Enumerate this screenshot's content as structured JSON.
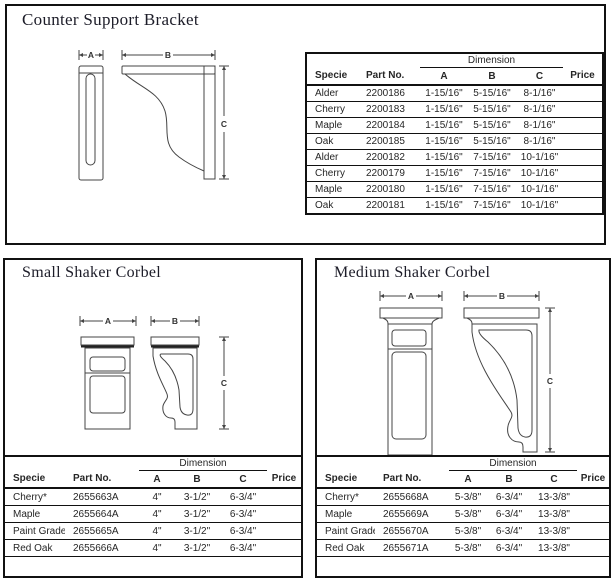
{
  "colors": {
    "panel_border": "#111111",
    "line": "#444444",
    "text": "#262626",
    "title": "#1c1c28"
  },
  "bracket_panel": {
    "title": "Counter Support Bracket",
    "dims": {
      "a": "A",
      "b": "B",
      "c": "C"
    },
    "table": {
      "dimension_label": "Dimension",
      "columns": [
        "Specie",
        "Part No.",
        "A",
        "B",
        "C",
        "Price"
      ],
      "rows": [
        [
          "Alder",
          "2200186",
          "1-15/16\"",
          "5-15/16\"",
          "8-1/16\""
        ],
        [
          "Cherry",
          "2200183",
          "1-15/16\"",
          "5-15/16\"",
          "8-1/16\""
        ],
        [
          "Maple",
          "2200184",
          "1-15/16\"",
          "5-15/16\"",
          "8-1/16\""
        ],
        [
          "Oak",
          "2200185",
          "1-15/16\"",
          "5-15/16\"",
          "8-1/16\""
        ],
        [
          "Alder",
          "2200182",
          "1-15/16\"",
          "7-15/16\"",
          "10-1/16\""
        ],
        [
          "Cherry",
          "2200179",
          "1-15/16\"",
          "7-15/16\"",
          "10-1/16\""
        ],
        [
          "Maple",
          "2200180",
          "1-15/16\"",
          "7-15/16\"",
          "10-1/16\""
        ],
        [
          "Oak",
          "2200181",
          "1-15/16\"",
          "7-15/16\"",
          "10-1/16\""
        ]
      ]
    }
  },
  "small_panel": {
    "title": "Small Shaker Corbel",
    "dims": {
      "a": "A",
      "b": "B",
      "c": "C"
    },
    "table": {
      "dimension_label": "Dimension",
      "columns": [
        "Specie",
        "Part No.",
        "A",
        "B",
        "C",
        "Price"
      ],
      "rows": [
        [
          "Cherry*",
          "2655663A",
          "4\"",
          "3-1/2\"",
          "6-3/4\""
        ],
        [
          "Maple",
          "2655664A",
          "4\"",
          "3-1/2\"",
          "6-3/4\""
        ],
        [
          "Paint Grade",
          "2655665A",
          "4\"",
          "3-1/2\"",
          "6-3/4\""
        ],
        [
          "Red Oak",
          "2655666A",
          "4\"",
          "3-1/2\"",
          "6-3/4\""
        ]
      ]
    }
  },
  "medium_panel": {
    "title": "Medium Shaker Corbel",
    "dims": {
      "a": "A",
      "b": "B",
      "c": "C"
    },
    "table": {
      "dimension_label": "Dimension",
      "columns": [
        "Specie",
        "Part No.",
        "A",
        "B",
        "C",
        "Price"
      ],
      "rows": [
        [
          "Cherry*",
          "2655668A",
          "5-3/8\"",
          "6-3/4\"",
          "13-3/8\""
        ],
        [
          "Maple",
          "2655669A",
          "5-3/8\"",
          "6-3/4\"",
          "13-3/8\""
        ],
        [
          "Paint Grade",
          "2655670A",
          "5-3/8\"",
          "6-3/4\"",
          "13-3/8\""
        ],
        [
          "Red Oak",
          "2655671A",
          "5-3/8\"",
          "6-3/4\"",
          "13-3/8\""
        ]
      ]
    }
  }
}
